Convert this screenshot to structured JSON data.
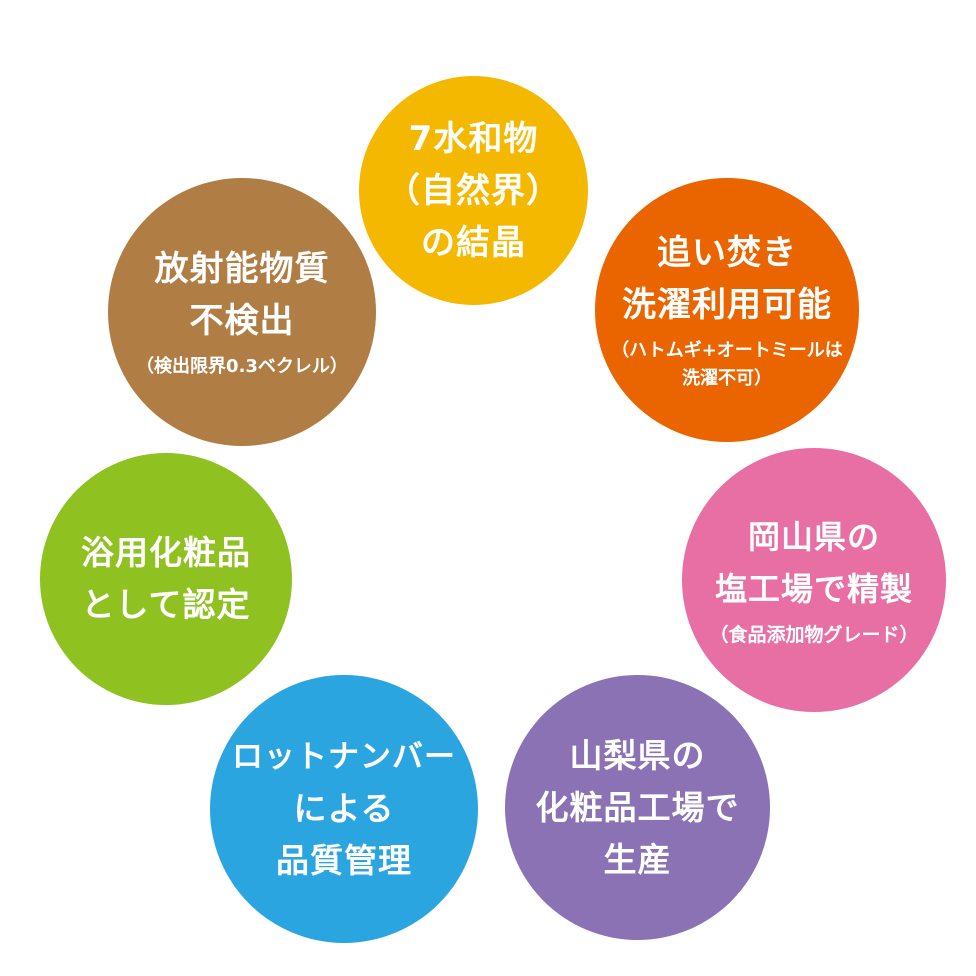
{
  "features": [
    {
      "id": "top",
      "color": "#f5b800",
      "lines": [
        "7水和物",
        "（自然界）",
        "の結晶"
      ],
      "note": []
    },
    {
      "id": "right1",
      "color": "#ea6400",
      "lines": [
        "追い焚き",
        "洗濯利用可能"
      ],
      "note": [
        "（ハトムギ+オートミールは",
        "洗濯不可）"
      ]
    },
    {
      "id": "right2",
      "color": "#e86fa4",
      "lines": [
        "岡山県の",
        "塩工場で精製"
      ],
      "note": [
        "（食品添加物グレード）"
      ]
    },
    {
      "id": "bottomR",
      "color": "#8a72b4",
      "lines": [
        "山梨県の",
        "化粧品工場で",
        "生産"
      ],
      "note": []
    },
    {
      "id": "bottomL",
      "color": "#2ba5df",
      "lines": [
        "ロットナンバー",
        "による",
        "品質管理"
      ],
      "note": []
    },
    {
      "id": "left",
      "color": "#8fc121",
      "lines": [
        "浴用化粧品",
        "として認定"
      ],
      "note": []
    },
    {
      "id": "topL",
      "color": "#b07d45",
      "lines": [
        "放射能物質",
        "不検出"
      ],
      "note": [
        "（検出限界0.3ベクレル）"
      ]
    }
  ]
}
